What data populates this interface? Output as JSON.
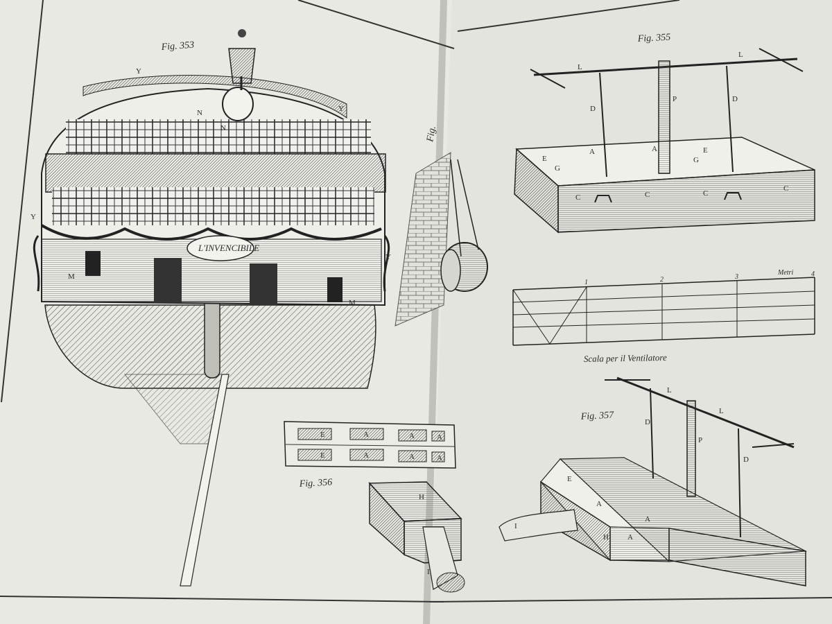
{
  "colors": {
    "paper_left": "#e9e9e4",
    "paper_right": "#e4e4de",
    "ink": "#2a2a2a",
    "background": "#b9b9b3"
  },
  "plate_left": {
    "fig353_title": "Fig. 353",
    "ship_name": "L'INVENCIBILE",
    "labels": {
      "y": "Y",
      "n": "N",
      "m": "M"
    },
    "fig356_title": "Fig. 356",
    "fig356_top_labels": [
      "E",
      "A",
      "A",
      "A"
    ],
    "fig356_bottom_labels": [
      "E",
      "A",
      "A",
      "A"
    ],
    "block_label_h": "H",
    "tube_label_i": "I"
  },
  "plate_right": {
    "fig354_title": "Fig.",
    "fig355_title": "Fig. 355",
    "fig355_labels": {
      "l": "L",
      "d": "D",
      "p": "P",
      "e": "E",
      "a": "A",
      "g": "G",
      "c": "C"
    },
    "scale_ticks": [
      "1",
      "2",
      "3",
      "4"
    ],
    "scale_unit": "Metri",
    "scale_caption": "Scala per il Ventilatore",
    "fig357_title": "Fig. 357",
    "fig357_labels": {
      "l": "L",
      "d": "D",
      "p": "P",
      "e": "E",
      "a": "A",
      "h": "H",
      "i": "I"
    }
  }
}
